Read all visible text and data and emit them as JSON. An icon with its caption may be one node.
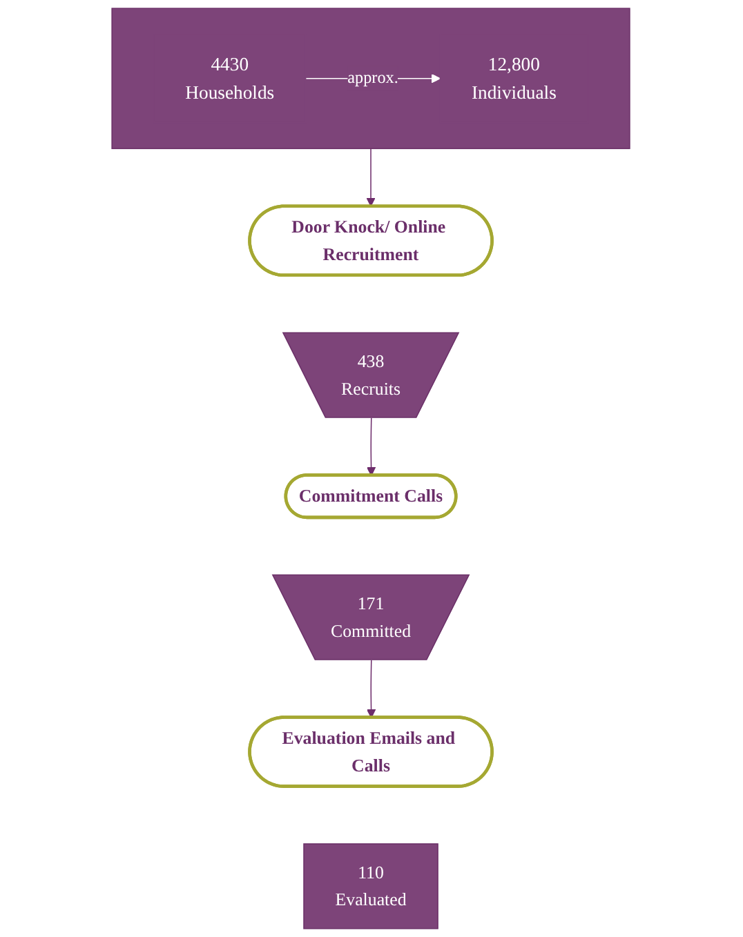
{
  "diagram": {
    "nodes": [
      {
        "text": [],
        "shape": "arrow"
      },
      {
        "text": [
          "4430",
          "Households"
        ],
        "in": 0
      },
      {
        "text": [
          "12,800",
          "Individuals"
        ],
        "in": 0
      },
      {
        "text": [
          "Door Knock/ Online Recruitment"
        ]
      },
      {
        "text": [
          "438",
          "Recruits"
        ]
      },
      {
        "text": [
          "Commitment Calls"
        ]
      },
      {
        "text": [
          "171",
          "Committed"
        ]
      },
      {
        "text": [
          "Evaluation Emails and Calls"
        ]
      },
      {
        "text": [
          "110",
          "Evaluated"
        ]
      }
    ],
    "edges": [
      {
        "from": 1,
        "to": 2,
        "arrow": "to",
        "label": "approx.",
        "color": "#ffffff"
      },
      {
        "from": 0,
        "to": 3,
        "arrow": "to"
      },
      {
        "from": 4,
        "to": 5,
        "arrow": "to"
      },
      {
        "from": 6,
        "to": 7,
        "arrow": "to"
      }
    ]
  }
}
